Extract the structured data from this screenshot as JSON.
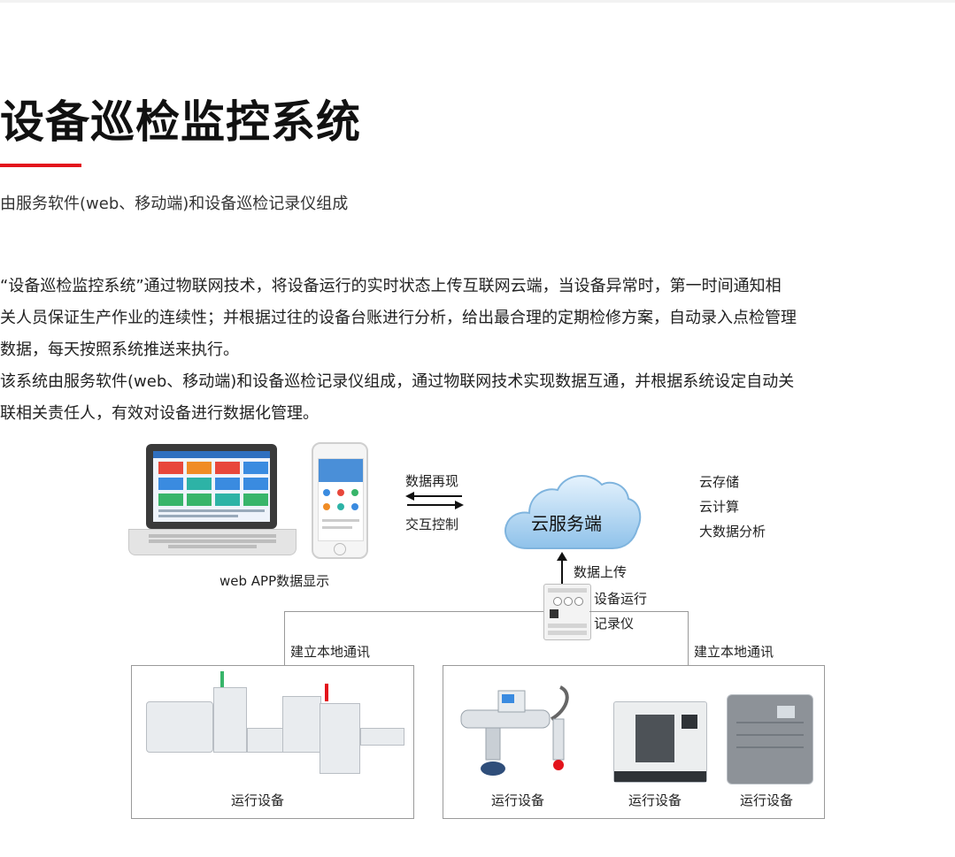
{
  "page": {
    "title": "设备巡检监控系统",
    "subtitle": "由服务软件(web、移动端)和设备巡检记录仪组成",
    "paragraph1": [
      "“设备巡检监控系统”通过物联网技术，将设备运行的实时状态上传互联网云端，当设备异常时，第一时间通知相",
      "关人员保证生产作业的连续性；并根据过往的设备台账进行分析，给出最合理的定期检修方案，自动录入点检管理",
      "数据，每天按照系统推送来执行。"
    ],
    "paragraph2": [
      "该系统由服务软件(web、移动端)和设备巡检记录仪组成，通过物联网技术实现数据互通，并根据系统设定自动关",
      "联相关责任人，有效对设备进行数据化管理。"
    ]
  },
  "diagram": {
    "web_app_label": "web APP数据显示",
    "data_replay": "数据再现",
    "interactive_control": "交互控制",
    "cloud_label": "云服务端",
    "cloud_features": [
      "云存储",
      "云计算",
      "大数据分析"
    ],
    "data_upload": "数据上传",
    "recorder_label_line1": "设备运行",
    "recorder_label_line2": "记录仪",
    "local_comm_left": "建立本地通讯",
    "local_comm_right": "建立本地通讯",
    "equipment_left": "运行设备",
    "equipment_right": [
      "运行设备",
      "运行设备",
      "运行设备"
    ]
  },
  "colors": {
    "accent_red": "#e3131b",
    "cloud_blue": "#8fc2ea"
  }
}
